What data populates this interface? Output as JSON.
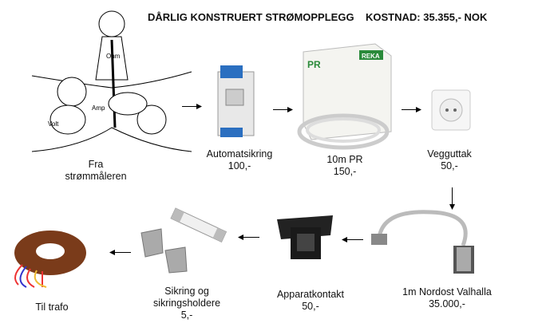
{
  "title": "DÅRLIG KONSTRUERT STRØMOPPLEGG",
  "cost": "KOSTNAD: 35.355,- NOK",
  "cartoon_labels": {
    "ohm": "Ohm",
    "volt": "Volt",
    "amp": "Amp"
  },
  "steps": [
    {
      "name": "Fra",
      "line2": "strømmåleren"
    },
    {
      "name": "Automatsikring",
      "price": "100,-"
    },
    {
      "name": "10m PR",
      "price": "150,-",
      "brand_text": "PR",
      "brand": "REKA"
    },
    {
      "name": "Vegguttak",
      "price": "50,-"
    },
    {
      "name": "1m Nordost Valhalla",
      "price": "35.000,-"
    },
    {
      "name": "Apparatkontakt",
      "price": "50,-"
    },
    {
      "name": "Sikring og",
      "line2": "sikringsholdere",
      "price": "5,-"
    },
    {
      "name": "Til trafo"
    }
  ]
}
